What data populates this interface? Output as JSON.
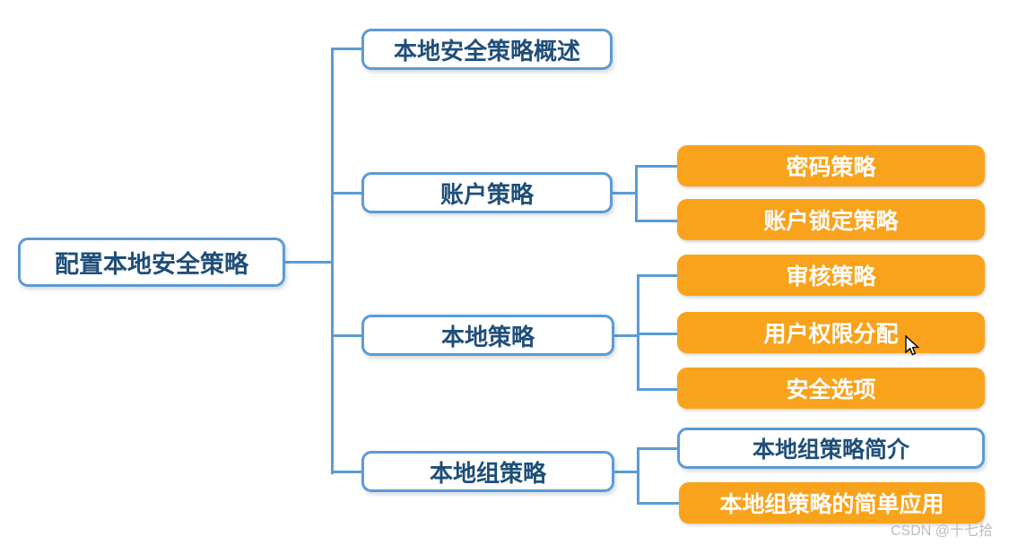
{
  "colors": {
    "line": "#5B9BD5",
    "node_text": "#1F4E79",
    "branch_fill": "#F9A21B",
    "branch_text": "#FFFFFF",
    "watermark": "#BCBCBC"
  },
  "diagram": {
    "root": {
      "label": "配置本地安全策略"
    },
    "level2": [
      {
        "id": "overview",
        "label": "本地安全策略概述"
      },
      {
        "id": "account-policy",
        "label": "账户策略"
      },
      {
        "id": "local-policy",
        "label": "本地策略"
      },
      {
        "id": "local-group-policy",
        "label": "本地组策略"
      }
    ],
    "level3": [
      {
        "parent": "account-policy",
        "label": "密码策略",
        "style": "orange"
      },
      {
        "parent": "account-policy",
        "label": "账户锁定策略",
        "style": "orange"
      },
      {
        "parent": "local-policy",
        "label": "审核策略",
        "style": "orange"
      },
      {
        "parent": "local-policy",
        "label": "用户权限分配",
        "style": "orange"
      },
      {
        "parent": "local-policy",
        "label": "安全选项",
        "style": "orange"
      },
      {
        "parent": "local-group-policy",
        "label": "本地组策略简介",
        "style": "outline"
      },
      {
        "parent": "local-group-policy",
        "label": "本地组策略的简单应用",
        "style": "orange"
      }
    ]
  },
  "watermark": {
    "label": "CSDN @十七拾"
  }
}
